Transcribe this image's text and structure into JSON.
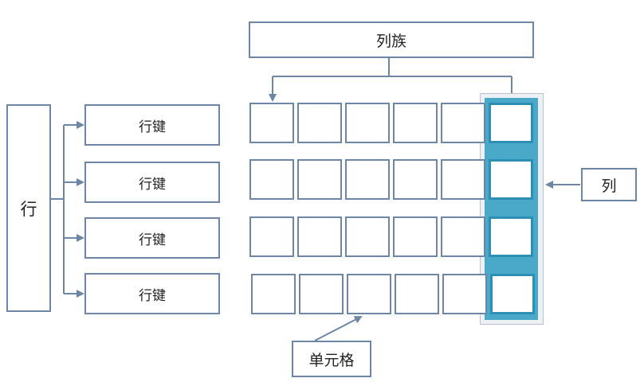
{
  "row_label": "行",
  "row_keys": [
    "行键",
    "行键",
    "行键",
    "行键"
  ],
  "column_family_label": "列族",
  "column_label": "列",
  "cell_label": "单元格",
  "colors": {
    "border": "#6e86a6",
    "arrow": "#6e86a6",
    "highlight": "#4aa9c8"
  }
}
